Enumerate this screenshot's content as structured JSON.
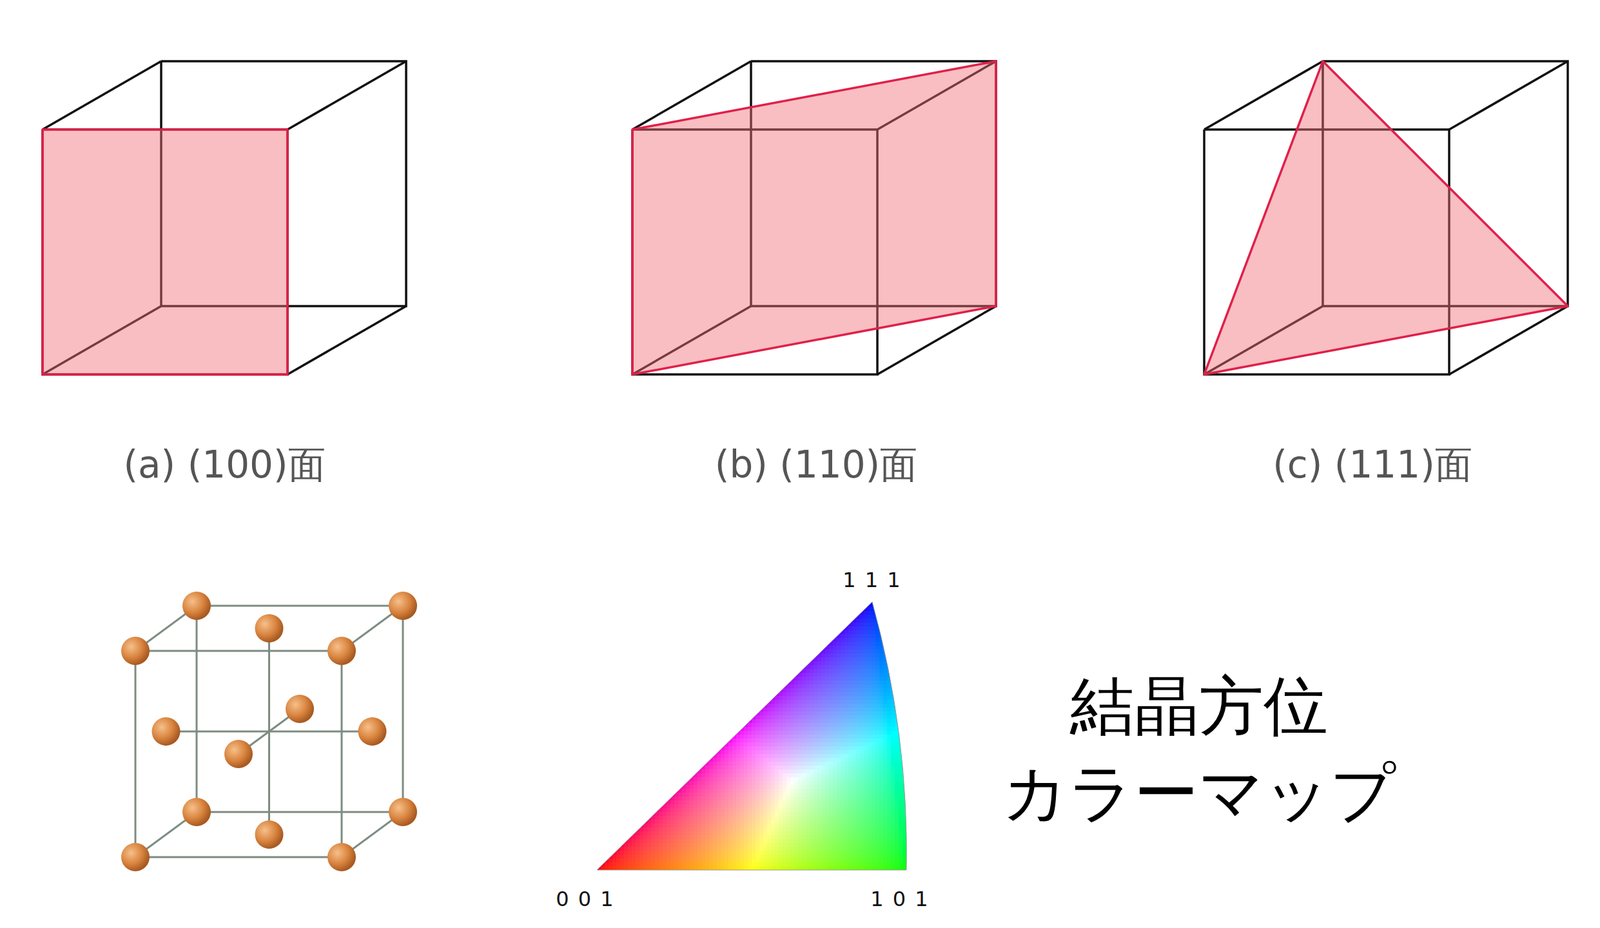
{
  "diagram": {
    "labels": [
      "(a)  (100)面",
      "(b)  (110)面",
      "(c)  (111)面",
      "1 1 1",
      "0 0 1",
      "1 0 1",
      "結晶方位 カラーマップ"
    ]
  }
}
